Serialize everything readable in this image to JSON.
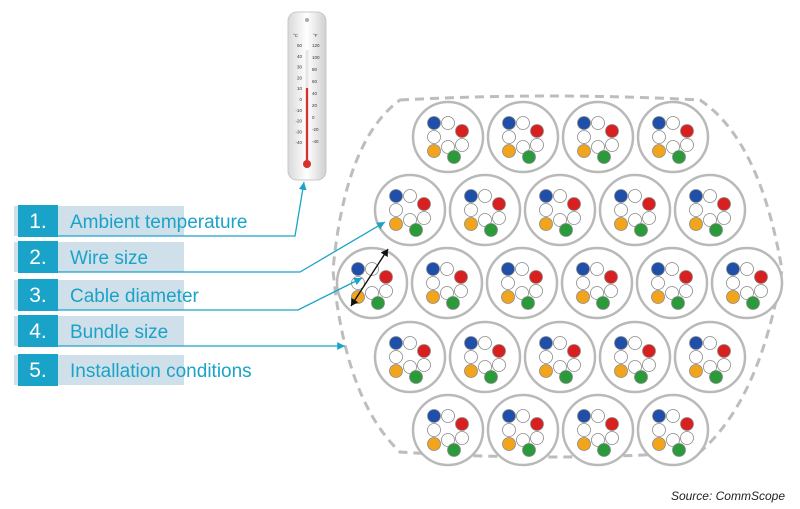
{
  "factors": [
    {
      "num": "1.",
      "label": "Ambient temperature"
    },
    {
      "num": "2.",
      "label": "Wire size"
    },
    {
      "num": "3.",
      "label": "Cable diameter"
    },
    {
      "num": "4.",
      "label": "Bundle size"
    },
    {
      "num": "5.",
      "label": "Installation conditions"
    }
  ],
  "thermometer": {
    "celsius_unit": "°C",
    "fahrenheit_unit": "°F",
    "celsius_ticks": [
      "50",
      "40",
      "30",
      "20",
      "10",
      "0",
      "-10",
      "-20",
      "-30",
      "-40"
    ],
    "fahrenheit_ticks": [
      "120",
      "100",
      "80",
      "60",
      "40",
      "20",
      "0",
      "-20",
      "-40"
    ]
  },
  "source": "Source: CommScope",
  "colors": {
    "accent": "#1aa3c8",
    "label_bg": "#cfe0ea",
    "wire_blue": "#1f4fa8",
    "wire_red": "#d92020",
    "wire_orange": "#f2a51c",
    "wire_green": "#2a9a3a",
    "cable_ring": "#b9b9b9",
    "bundle_outline": "#bdbdbd"
  },
  "icons": {
    "thermometer": "thermometer-icon",
    "cable": "cable-cross-section-icon",
    "arrow": "pointer-arrow-icon"
  }
}
